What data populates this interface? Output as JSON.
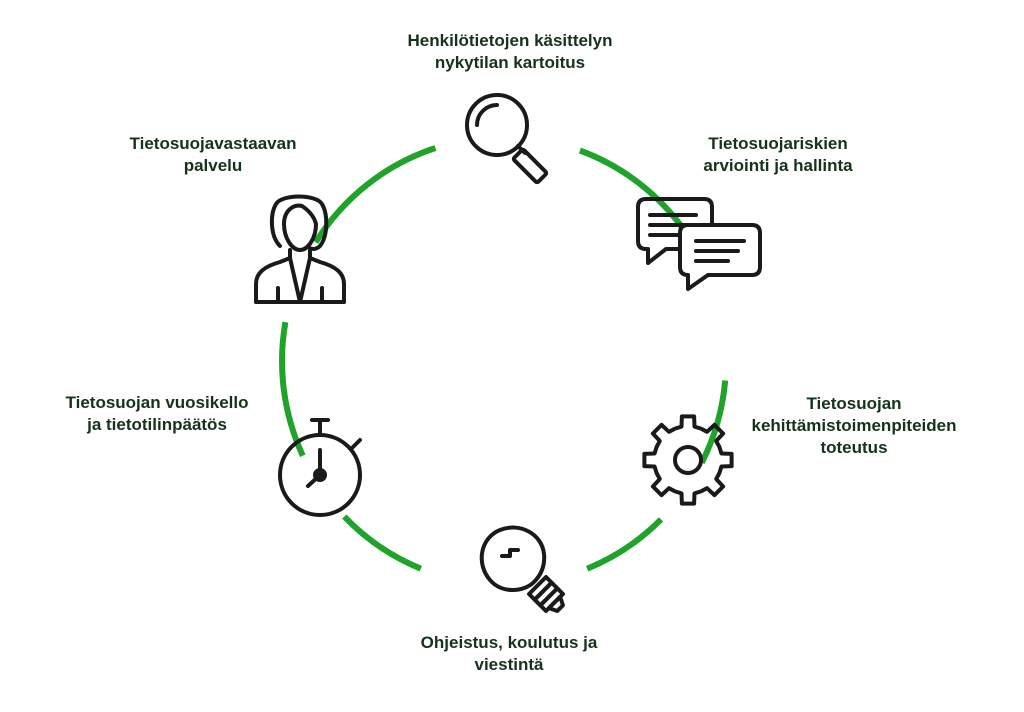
{
  "colors": {
    "ring": "#1fa32a",
    "text": "#14331a",
    "icon": "#1a1a1a"
  },
  "steps": [
    {
      "label": "Henkilötietojen käsittelyn\nnykytilan kartoitus",
      "icon": "magnifier-icon"
    },
    {
      "label": "Tietosuojariskien\narviointi ja hallinta",
      "icon": "chat-bubbles-icon"
    },
    {
      "label": "Tietosuojan\nkehittämistoimenpiteiden\ntoteutus",
      "icon": "gear-icon"
    },
    {
      "label": "Ohjeistus, koulutus ja\nviestintä",
      "icon": "lightbulb-icon"
    },
    {
      "label": "Tietosuojan vuosikello\nja  tietotilinpäätös",
      "icon": "stopwatch-icon"
    },
    {
      "label": "Tietosuojavastaavan\npalvelu",
      "icon": "person-icon"
    }
  ]
}
